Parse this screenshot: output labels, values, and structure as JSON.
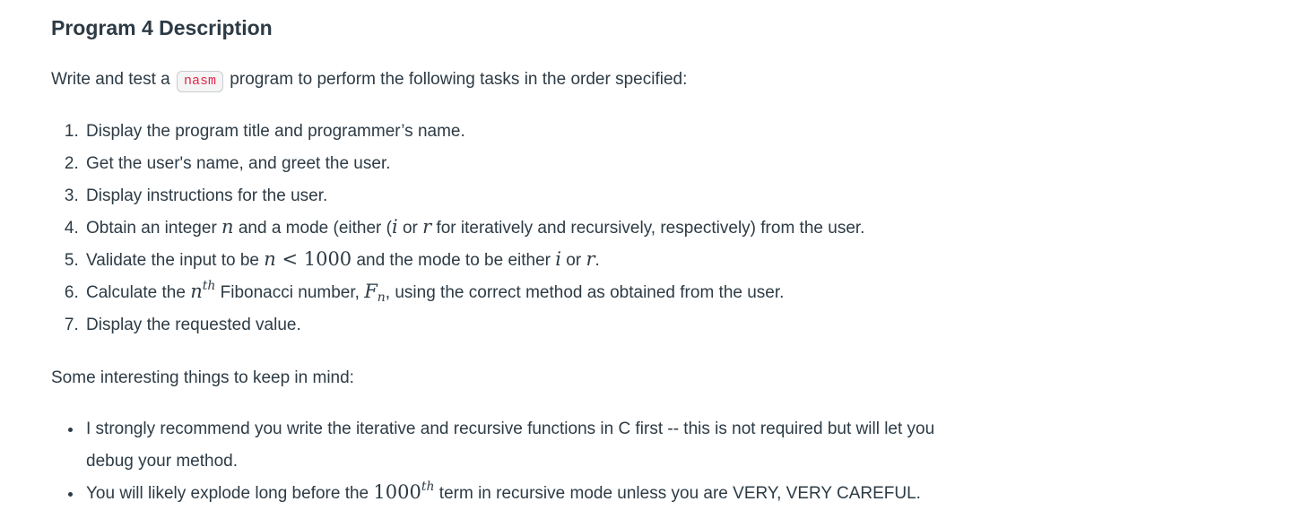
{
  "header": {
    "title": "Program 4 Description"
  },
  "intro": {
    "prefix": "Write and test a ",
    "code": "nasm",
    "suffix": " program to perform the following tasks in the order specified:"
  },
  "tasks": {
    "t1": "Display the program title and programmer’s name.",
    "t2": "Get the user's name, and greet the user.",
    "t3": "Display instructions for the user.",
    "t4": {
      "a": "Obtain an integer ",
      "n": "n",
      "b": " and a mode (either (",
      "i": "i",
      "c": " or ",
      "r": "r",
      "d": " for iteratively and recursively, respectively) from the user."
    },
    "t5": {
      "a": "Validate the input to be ",
      "n": "n",
      "cmp": " < 1000",
      "b": " and the mode to be either ",
      "i": "i",
      "c": " or ",
      "r": "r",
      "d": "."
    },
    "t6": {
      "a": "Calculate the ",
      "n": "n",
      "nsup": "th",
      "b": " Fibonacci number, ",
      "f": "F",
      "fsub": "n",
      "c": ", using the correct method as obtained from the user."
    },
    "t7": "Display the requested value."
  },
  "notes": {
    "heading": "Some interesting things to keep in mind:",
    "n1a": "I strongly recommend you write the iterative and recursive functions in C first -- this is not required but will let you",
    "n1b": "debug your method.",
    "n2": {
      "a": "You will likely explode long before the ",
      "num": "1000",
      "sup": "th",
      "b": " term in recursive mode unless you are VERY, VERY CAREFUL."
    }
  },
  "colors": {
    "text": "#2D3B45",
    "code_text": "#E0294B",
    "code_background": "#F5F5F5",
    "code_border": "#C7CDD1",
    "page_background": "#FFFFFF"
  }
}
